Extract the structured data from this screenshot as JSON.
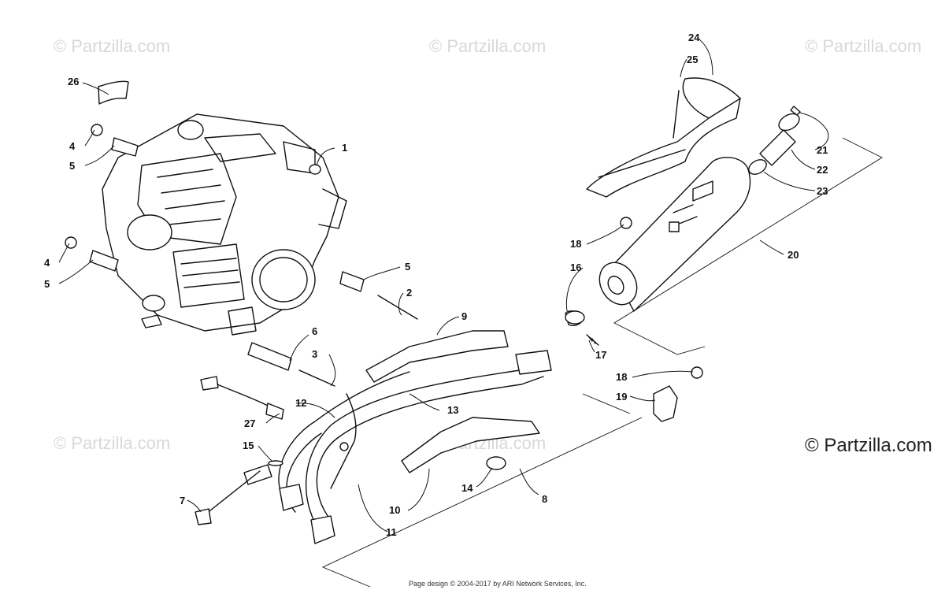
{
  "watermarks": {
    "small": "© Partzilla.com",
    "large": "© Partzilla.com"
  },
  "callouts": [
    "1",
    "2",
    "3",
    "4",
    "4",
    "5",
    "5",
    "5",
    "6",
    "7",
    "8",
    "9",
    "10",
    "11",
    "12",
    "13",
    "14",
    "15",
    "16",
    "17",
    "18",
    "18",
    "19",
    "20",
    "21",
    "22",
    "23",
    "24",
    "25",
    "26",
    "27"
  ],
  "footer": "Page design © 2004-2017 by ARI Network Services, Inc."
}
